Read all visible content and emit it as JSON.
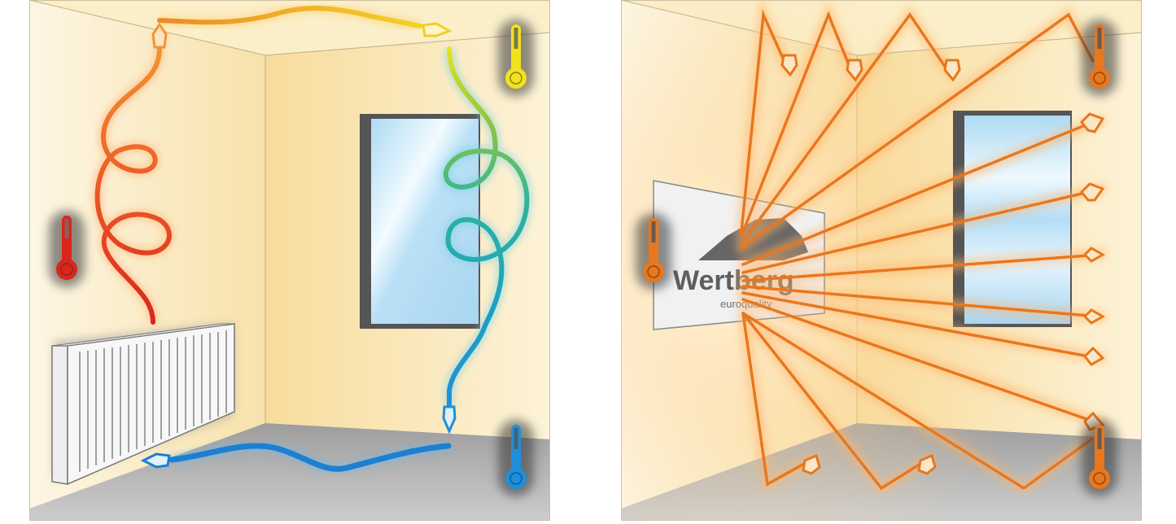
{
  "diagram": {
    "panels": [
      {
        "id": "convection",
        "heater": "radiator",
        "thermometers": [
          {
            "position": "upper-right",
            "color": "#f2e21b",
            "level": "medium"
          },
          {
            "position": "middle-left",
            "color": "#d9261c",
            "level": "high"
          },
          {
            "position": "lower-right",
            "color": "#1e8fdb",
            "level": "medium"
          }
        ],
        "airflow": [
          "rises from radiator",
          "flows along ceiling",
          "descends near window",
          "returns along floor"
        ],
        "flow_colors": [
          "#d9261c",
          "#ee7a2a",
          "#f0b42a",
          "#f2e21b",
          "#8dc63f",
          "#2bb3a0",
          "#1e8fdb"
        ]
      },
      {
        "id": "infrared",
        "heater": "infrared panel",
        "brand": {
          "name": "Wertberg",
          "tagline": "euroquality"
        },
        "thermometers": [
          {
            "position": "upper-right",
            "color": "#e8771e",
            "level": "medium"
          },
          {
            "position": "middle-left",
            "color": "#e8771e",
            "level": "medium"
          },
          {
            "position": "lower-right",
            "color": "#e8771e",
            "level": "medium"
          }
        ],
        "rays_color": "#e8771e"
      }
    ],
    "colors": {
      "wall_light": "#fdf5df",
      "wall_warm": "#f9e3a8",
      "ceiling": "#fbefc9",
      "floor": "#b9b9b9",
      "window_frame": "#555555",
      "glass": "#bfe3f7",
      "outline": "#cbbf9f"
    }
  }
}
